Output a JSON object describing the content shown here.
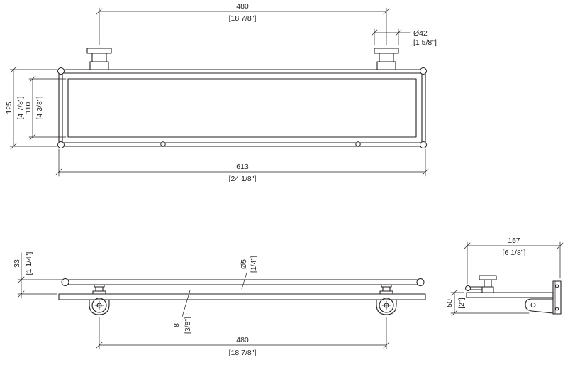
{
  "drawing": {
    "background": "#ffffff",
    "line_color": "#231f20",
    "views": {
      "top": {
        "label": "top-view-plan",
        "dims": {
          "d480": {
            "mm": "480",
            "inch": "[18 7/8\"]"
          },
          "d42": {
            "mm": "Ø42",
            "inch": "[1 5/8\"]"
          },
          "d125": {
            "mm": "125",
            "inch": "[4 7/8\"]"
          },
          "d110": {
            "mm": "110",
            "inch": "[4 3/8\"]"
          },
          "d613": {
            "mm": "613",
            "inch": "[24 1/8\"]"
          }
        }
      },
      "front": {
        "label": "front-view-elevation",
        "dims": {
          "d33": {
            "mm": "33",
            "inch": "[1 1/4\"]"
          },
          "d5": {
            "mm": "Ø5",
            "inch": "[1/4\"]"
          },
          "d8": {
            "mm": "8",
            "inch": "[3/8\"]"
          },
          "d480": {
            "mm": "480",
            "inch": "[18 7/8\"]"
          }
        }
      },
      "side": {
        "label": "side-view-profile",
        "dims": {
          "d157": {
            "mm": "157",
            "inch": "[6 1/8\"]"
          },
          "d50": {
            "mm": "50",
            "inch": "[2\"]"
          }
        }
      }
    }
  }
}
